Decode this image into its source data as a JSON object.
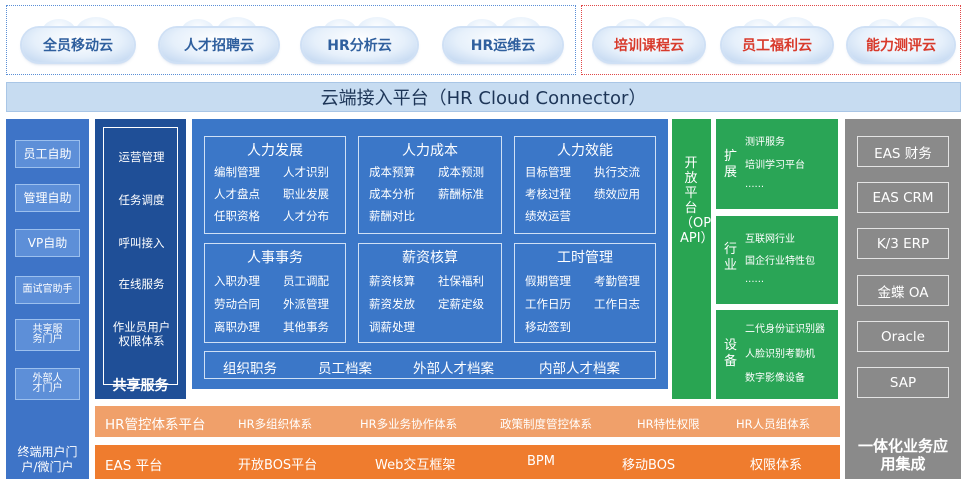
{
  "clouds": {
    "blue": [
      "全员移动云",
      "人才招聘云",
      "HR分析云",
      "HR运维云"
    ],
    "red": [
      "培训课程云",
      "员工福利云",
      "能力测评云"
    ]
  },
  "connector": "云端接入平台（HR Cloud Connector）",
  "left_column": {
    "items": [
      "员工自助",
      "管理自助",
      "VP自助",
      "面试官助手",
      "共享服务门户",
      "外部人才门户"
    ],
    "footer": "终端用户门户/微门户"
  },
  "shared_service": {
    "items": [
      "运营管理",
      "任务调度",
      "呼叫接入",
      "在线服务",
      "作业员用户权限体系"
    ],
    "title": "共享服务"
  },
  "core": {
    "modules": [
      {
        "title": "人力发展",
        "items": [
          "编制管理",
          "人才识别",
          "人才盘点",
          "职业发展",
          "任职资格",
          "人才分布"
        ]
      },
      {
        "title": "人力成本",
        "items": [
          "成本预算",
          "成本预测",
          "成本分析",
          "薪酬标准",
          "薪酬对比"
        ]
      },
      {
        "title": "人力效能",
        "items": [
          "目标管理",
          "执行交流",
          "考核过程",
          "绩效应用",
          "绩效运营"
        ]
      },
      {
        "title": "人事事务",
        "items": [
          "入职办理",
          "员工调配",
          "劳动合同",
          "外派管理",
          "离职办理",
          "其他事务"
        ]
      },
      {
        "title": "薪资核算",
        "items": [
          "薪资核算",
          "社保福利",
          "薪资发放",
          "定薪定级",
          "调薪处理"
        ]
      },
      {
        "title": "工时管理",
        "items": [
          "假期管理",
          "考勤管理",
          "工作日历",
          "工作日志",
          "移动签到"
        ]
      }
    ],
    "bottom_bar": [
      "组织职务",
      "员工档案",
      "外部人才档案",
      "内部人才档案"
    ]
  },
  "open_platform": "开放平台（OPEN API）",
  "green_boxes": [
    {
      "label": "扩展",
      "items": [
        "测评服务",
        "培训学习平台",
        "......"
      ]
    },
    {
      "label": "行业",
      "items": [
        "互联网行业",
        "国企行业特性包",
        "......"
      ]
    },
    {
      "label": "设备",
      "items": [
        "二代身份证识别器",
        "人脸识别考勤机",
        "数字影像设备"
      ]
    }
  ],
  "right_column": {
    "items": [
      "EAS 财务",
      "EAS CRM",
      "K/3 ERP",
      "金蝶 OA",
      "Oracle",
      "SAP"
    ],
    "footer": "一体化业务应用集成"
  },
  "hr_bar": {
    "title": "HR管控体系平台",
    "items": [
      "HR多组织体系",
      "HR多业务协作体系",
      "政策制度管控体系",
      "HR特性权限",
      "HR人员组体系"
    ]
  },
  "eas_bar": {
    "title": "EAS 平台",
    "items": [
      "开放BOS平台",
      "Web交互框架",
      "BPM",
      "移动BOS",
      "权限体系"
    ]
  },
  "colors": {
    "core_blue": "#3b77c8",
    "dark_blue": "#1f4f97",
    "green": "#29a552",
    "gray": "#8a8a8a",
    "orange": "#ef7c2e",
    "light_orange": "#f0a06a",
    "cloud_red_text": "#d83a2c"
  }
}
